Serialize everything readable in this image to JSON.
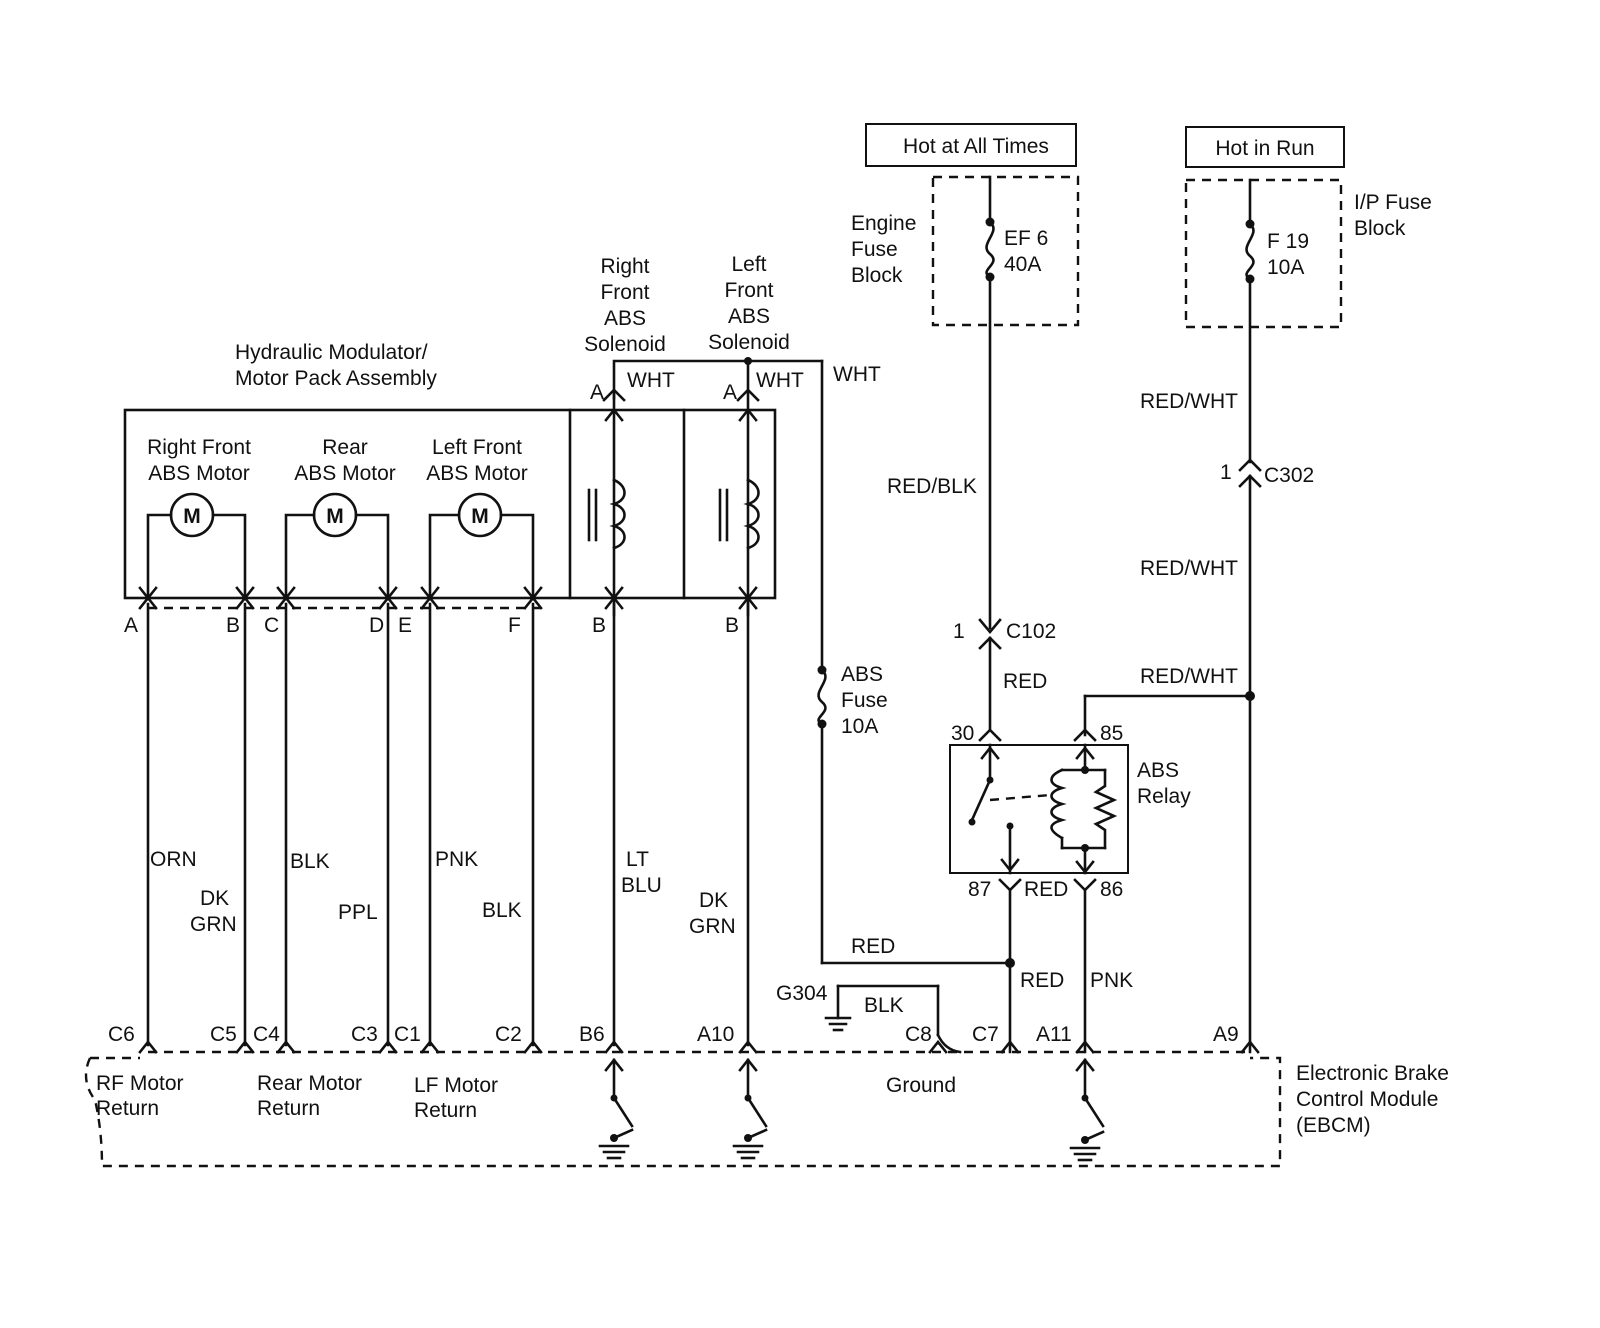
{
  "power": {
    "hot_at_all_times": "Hot at All Times",
    "hot_in_run": "Hot in Run",
    "engine_fuse_block": [
      "Engine",
      "Fuse",
      "Block"
    ],
    "ip_fuse_block": [
      "I/P Fuse",
      "Block"
    ],
    "ef6": [
      "EF 6",
      "40A"
    ],
    "f19": [
      "F 19",
      "10A"
    ]
  },
  "modulator": {
    "title": [
      "Hydraulic Modulator/",
      "Motor Pack Assembly"
    ],
    "rf_motor": [
      "Right Front",
      "ABS Motor"
    ],
    "rear_motor": [
      "Rear",
      "ABS Motor"
    ],
    "lf_motor": [
      "Left Front",
      "ABS Motor"
    ],
    "motor_symbol": "M",
    "rf_solenoid": [
      "Right",
      "Front",
      "ABS",
      "Solenoid"
    ],
    "lf_solenoid": [
      "Left",
      "Front",
      "ABS",
      "Solenoid"
    ]
  },
  "pins": {
    "A": "A",
    "B": "B",
    "C": "C",
    "D": "D",
    "E": "E",
    "F": "F",
    "sol_a": "A",
    "sol_b": "B",
    "ebcm": [
      "C6",
      "C5",
      "C4",
      "C3",
      "C1",
      "C2",
      "B6",
      "A10",
      "C8",
      "C7",
      "A11",
      "A9"
    ],
    "relay": [
      "30",
      "85",
      "87",
      "86"
    ],
    "c102_pin": "1",
    "c102": "C102",
    "c302_pin": "1",
    "c302": "C302"
  },
  "wires": {
    "wht": "WHT",
    "red_blk": "RED/BLK",
    "red_wht": "RED/WHT",
    "red": "RED",
    "orn": "ORN",
    "dk": "DK",
    "grn": "GRN",
    "blk": "BLK",
    "ppl": "PPL",
    "pnk": "PNK",
    "lt": "LT",
    "blu": "BLU"
  },
  "abs_fuse": [
    "ABS",
    "Fuse",
    "10A"
  ],
  "abs_relay": [
    "ABS",
    "Relay"
  ],
  "ground_g304": "G304",
  "ebcm": {
    "rf_return": [
      "RF Motor",
      "Return"
    ],
    "rear_return": [
      "Rear Motor",
      "Return"
    ],
    "lf_return": [
      "LF Motor",
      "Return"
    ],
    "ground": "Ground",
    "name": [
      "Electronic Brake",
      "Control Module",
      "(EBCM)"
    ]
  }
}
